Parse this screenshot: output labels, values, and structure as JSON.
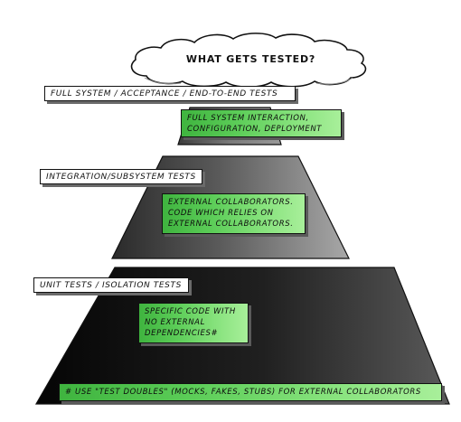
{
  "cloud": {
    "title": "WHAT GETS TESTED?"
  },
  "tiers": {
    "top": {
      "label": "FULL SYSTEM / ACCEPTANCE / END-TO-END TESTS",
      "note_lines": [
        "FULL SYSTEM INTERACTION,",
        "CONFIGURATION, DEPLOYMENT"
      ]
    },
    "middle": {
      "label": "INTEGRATION/SUBSYSTEM TESTS",
      "note_lines": [
        "EXTERNAL COLLABORATORS.",
        "CODE WHICH RELIES ON",
        "EXTERNAL COLLABORATORS."
      ]
    },
    "bottom": {
      "label": "UNIT TESTS / ISOLATION TESTS",
      "note_lines": [
        "SPECIFIC CODE WITH",
        "NO EXTERNAL",
        "DEPENDENCIES#"
      ]
    }
  },
  "footnote": {
    "text": "# USE \"TEST DOUBLES\" (MOCKS, FAKES, STUBS) FOR EXTERNAL COLLABORATORS"
  },
  "colors": {
    "pyramid_light": "#b9b9b9",
    "pyramid_dark": "#0c0c0c",
    "note_green": "#5ccd58",
    "outline": "#111111"
  }
}
